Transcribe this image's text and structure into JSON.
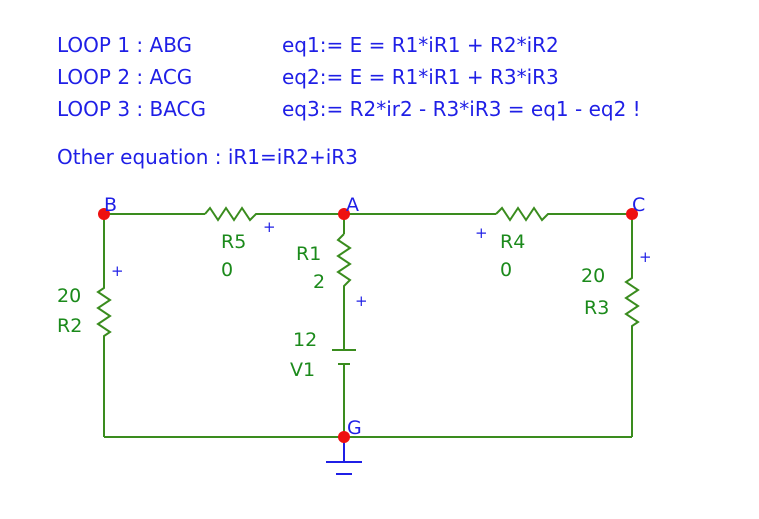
{
  "equations": {
    "loop1_label": "LOOP 1 : ABG",
    "loop1_eq": "eq1:= E = R1*iR1 + R2*iR2",
    "loop2_label": "LOOP 2 : ACG",
    "loop2_eq": "eq2:= E = R1*iR1 + R3*iR3",
    "loop3_label": "LOOP 3 : BACG",
    "loop3_eq": "eq3:= R2*ir2 - R3*iR3 = eq1 - eq2 !",
    "other": "Other equation : iR1=iR2+iR3"
  },
  "nodes": {
    "a": "A",
    "b": "B",
    "c": "C",
    "g": "G"
  },
  "components": {
    "r5_name": "R5",
    "r5_value": "0",
    "r4_name": "R4",
    "r4_value": "0",
    "r1_name": "R1",
    "r1_value": "2",
    "r2_value": "20",
    "r2_name": "R2",
    "r3_value": "20",
    "r3_name": "R3",
    "v1_value": "12",
    "v1_name": "V1",
    "plus": "+"
  },
  "colors": {
    "text_blue": "#1f1fe6",
    "component_green": "#1b8a1b",
    "wire_green": "#3a8c1e",
    "node_red": "#ee1111"
  }
}
